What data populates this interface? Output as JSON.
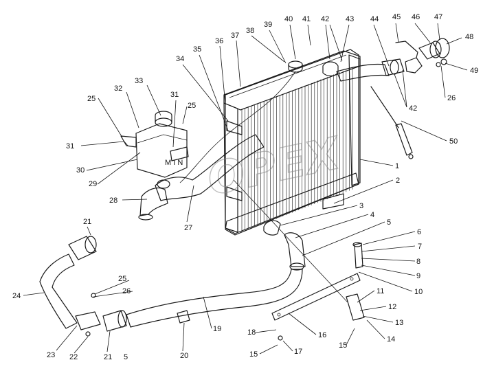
{
  "watermark": "OPEX",
  "tank_marking": "M I N",
  "callouts": [
    {
      "id": "c1",
      "label": "1"
    },
    {
      "id": "c2",
      "label": "2"
    },
    {
      "id": "c3",
      "label": "3"
    },
    {
      "id": "c4",
      "label": "4"
    },
    {
      "id": "c5a",
      "label": "5"
    },
    {
      "id": "c5b",
      "label": "5"
    },
    {
      "id": "c6",
      "label": "6"
    },
    {
      "id": "c7",
      "label": "7"
    },
    {
      "id": "c8",
      "label": "8"
    },
    {
      "id": "c9",
      "label": "9"
    },
    {
      "id": "c10",
      "label": "10"
    },
    {
      "id": "c11",
      "label": "11"
    },
    {
      "id": "c12",
      "label": "12"
    },
    {
      "id": "c13",
      "label": "13"
    },
    {
      "id": "c14",
      "label": "14"
    },
    {
      "id": "c15a",
      "label": "15"
    },
    {
      "id": "c15b",
      "label": "15"
    },
    {
      "id": "c16",
      "label": "16"
    },
    {
      "id": "c17",
      "label": "17"
    },
    {
      "id": "c18",
      "label": "18"
    },
    {
      "id": "c19",
      "label": "19"
    },
    {
      "id": "c20",
      "label": "20"
    },
    {
      "id": "c21a",
      "label": "21"
    },
    {
      "id": "c21b",
      "label": "21"
    },
    {
      "id": "c22",
      "label": "22"
    },
    {
      "id": "c23",
      "label": "23"
    },
    {
      "id": "c24",
      "label": "24"
    },
    {
      "id": "c25a",
      "label": "25"
    },
    {
      "id": "c25b",
      "label": "25"
    },
    {
      "id": "c25c",
      "label": "25"
    },
    {
      "id": "c26a",
      "label": "26"
    },
    {
      "id": "c26b",
      "label": "26"
    },
    {
      "id": "c27",
      "label": "27"
    },
    {
      "id": "c28",
      "label": "28"
    },
    {
      "id": "c29",
      "label": "29"
    },
    {
      "id": "c30",
      "label": "30"
    },
    {
      "id": "c31a",
      "label": "31"
    },
    {
      "id": "c31b",
      "label": "31"
    },
    {
      "id": "c32",
      "label": "32"
    },
    {
      "id": "c33",
      "label": "33"
    },
    {
      "id": "c34",
      "label": "34"
    },
    {
      "id": "c35",
      "label": "35"
    },
    {
      "id": "c36",
      "label": "36"
    },
    {
      "id": "c37",
      "label": "37"
    },
    {
      "id": "c38",
      "label": "38"
    },
    {
      "id": "c39",
      "label": "39"
    },
    {
      "id": "c40",
      "label": "40"
    },
    {
      "id": "c41",
      "label": "41"
    },
    {
      "id": "c42a",
      "label": "42"
    },
    {
      "id": "c42b",
      "label": "42"
    },
    {
      "id": "c43",
      "label": "43"
    },
    {
      "id": "c44",
      "label": "44"
    },
    {
      "id": "c45",
      "label": "45"
    },
    {
      "id": "c46",
      "label": "46"
    },
    {
      "id": "c47",
      "label": "47"
    },
    {
      "id": "c48",
      "label": "48"
    },
    {
      "id": "c49",
      "label": "49"
    },
    {
      "id": "c50",
      "label": "50"
    }
  ]
}
